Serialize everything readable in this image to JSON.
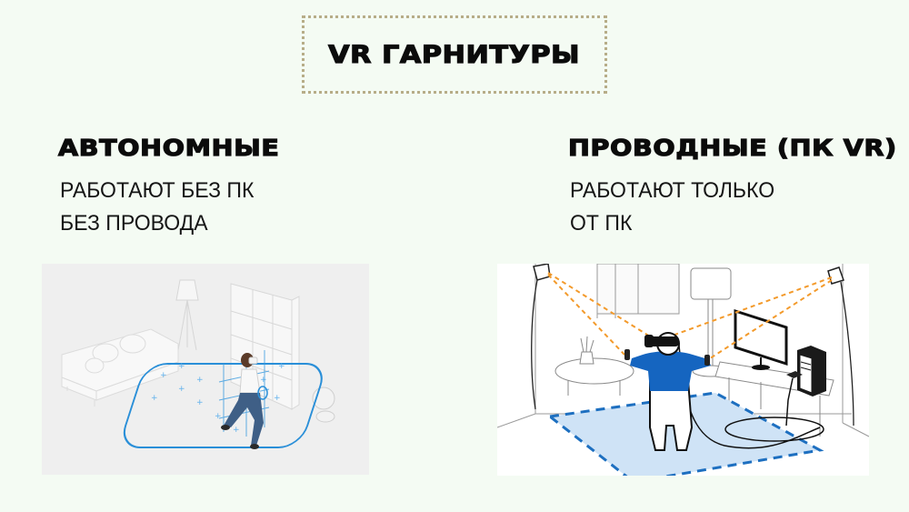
{
  "slide": {
    "title": "VR ГАРНИТУРЫ",
    "background_color": "#f4fbf3",
    "title_border_color": "#b7ad88"
  },
  "columns": [
    {
      "heading": "АВТОНОМНЫЕ",
      "lines": [
        "РАБОТАЮТ БЕЗ ПК",
        "БЕЗ ПРОВОДА"
      ],
      "illustration": "standalone-vr-room-illustration",
      "accent_color": "#1e88d6"
    },
    {
      "heading": "ПРОВОДНЫЕ (ПК VR)",
      "lines": [
        "РАБОТАЮТ ТОЛЬКО",
        "ОТ ПК"
      ],
      "illustration": "pc-vr-room-illustration",
      "accent_color": "#1565c0",
      "tracking_line_color": "#f39a2b",
      "play_area_color": "#cfe3f6"
    }
  ]
}
